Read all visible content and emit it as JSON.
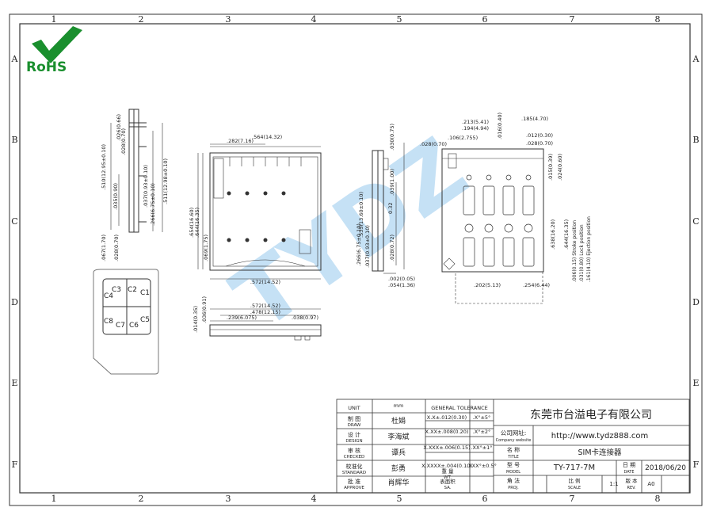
{
  "grid": {
    "columns": [
      "1",
      "2",
      "3",
      "4",
      "5",
      "6",
      "7",
      "8"
    ],
    "rows": [
      "A",
      "B",
      "C",
      "D",
      "E",
      "F"
    ]
  },
  "logo": {
    "text": "RoHS",
    "color": "#1a8f2e"
  },
  "watermark": {
    "text": "TYDZ",
    "color": "#7fbde8"
  },
  "sim_card": {
    "contacts": [
      "C3",
      "C2",
      "C1",
      "C4",
      "C8",
      "C7",
      "C6",
      "C5"
    ]
  },
  "views": {
    "side_left": {
      "dims": [
        ".026(0.66)",
        ".028(0.70)",
        ".510(12.95±0.10)",
        ".035(0.90)",
        ".037(0.93±0.10)",
        ".266(6.75±0.10)",
        ".511(12.98±0.10)",
        ".067(1.70)",
        ".028(0.70)"
      ]
    },
    "top": {
      "dims": [
        ".564(14.32)",
        ".282(7.16)",
        ".654(16.60)",
        ".644(16.35)",
        ".069(1.75)",
        ".572(14.52)"
      ]
    },
    "front": {
      "dims": [
        ".572(14.52)",
        ".478(12.15)",
        ".014(0.35)",
        ".036(0.91)",
        ".239(6.075)",
        ".038(0.97)"
      ]
    },
    "side_right": {
      "dims": [
        ".030(0.75)",
        ".039(1.00)",
        "0.32",
        ".535(13.60±0.10)",
        ".266(6.75±0.10)",
        ".037(0.93±0.10)",
        ".028(0.72)",
        ".002(0.05)",
        ".054(1.36)"
      ]
    },
    "bottom": {
      "dims": [
        ".213(5.41)",
        ".194(4.94)",
        ".185(4.70)",
        ".106(2.755)",
        ".016(0.40)",
        ".012(0.30)",
        ".028(0.70)",
        ".028(0.70)",
        ".015(0.39)",
        ".024(0.60)",
        ".638(16.20)",
        ".644(16.35)",
        ".202(5.13)",
        ".254(6.44)"
      ],
      "positions": [
        ".006(0.15) Stroke position",
        ".031(0.80) Lock position",
        ".161(4.10) Ejection position"
      ]
    }
  },
  "title_block": {
    "unit_label": "UNIT",
    "unit_value": "mm",
    "tolerance_label": "GENERAL TOLERANCE",
    "draw_label": "制 图",
    "draw_label_en": "DRAW",
    "draw_name": "杜娟",
    "design_label": "设 计",
    "design_label_en": "DESIGN",
    "design_name": "李海斌",
    "checked_label": "审 核",
    "checked_label_en": "CHECKED",
    "checked_name": "谭兵",
    "standard_label": "校准化",
    "standard_label_en": "STANDARD",
    "standard_name": "彭勇",
    "approve_label": "批 准",
    "approve_label_en": "APPROVE",
    "approve_name": "肖辉华",
    "tol1": "X.X±.012(0.30)",
    "tol2": "X.XX±.008(0.20)",
    "tol3": "X.XXX±.006(0.15)",
    "tol4": "X.XXXX±.004(0.10)",
    "ang1": ".X°±5°",
    "ang2": ".X°±2°",
    "ang3": ".XX°±1°",
    "ang4": ".XXX°±0.5°",
    "weight_label": "重 量",
    "weight_label_en": "WT.",
    "area_label": "表面积",
    "area_label_en": "SA.",
    "company": "东莞市台溢电子有限公司",
    "website_label": "公司网址:",
    "website_label_en": "Company website",
    "website": "http://www.tydz888.com",
    "title_label": "名 称",
    "title_label_en": "TITLE",
    "title": "SIM卡连接器",
    "model_label": "型 号",
    "model_label_en": "MODEL",
    "model": "TY-717-7M",
    "date_label": "日 期",
    "date_label_en": "DATE",
    "date": "2018/06/20",
    "proj_label": "角 法",
    "proj_label_en": "PROJ.",
    "scale_label": "比 例",
    "scale_label_en": "SCALE",
    "scale": "1:1",
    "rev_label": "版 本",
    "rev_label_en": "REV.",
    "rev": "A0"
  }
}
